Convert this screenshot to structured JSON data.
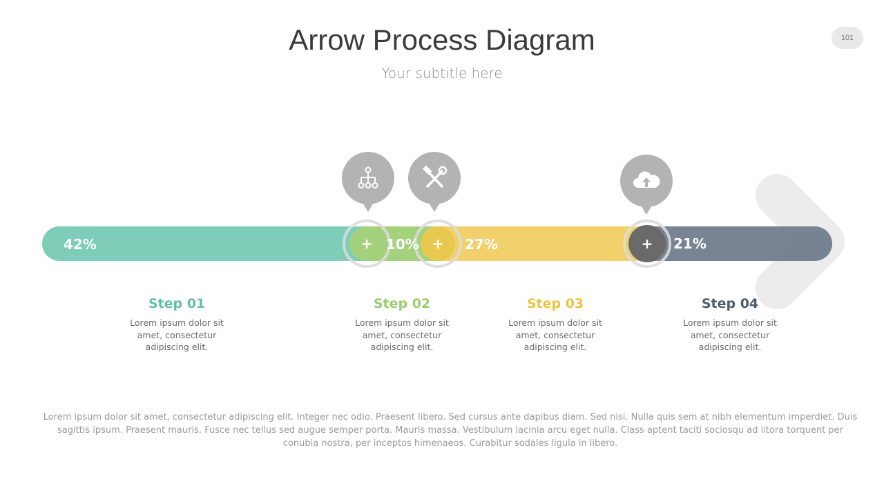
{
  "header": {
    "title": "Arrow Process Diagram",
    "subtitle": "Your subtitle here",
    "page_number": "101"
  },
  "colors": {
    "teal": "#7ecdb9",
    "green": "#a4d17c",
    "yellow": "#f2d06b",
    "slate": "#717d8d",
    "icon_gray": "#b3b3b3",
    "arrow_gray": "#ececec"
  },
  "segments": [
    {
      "percent": "42%",
      "value": 42,
      "color": "#7ecdb9"
    },
    {
      "percent": "10%",
      "value": 10,
      "color": "#a4d17c"
    },
    {
      "percent": "27%",
      "value": 27,
      "color": "#f2d06b"
    },
    {
      "percent": "21%",
      "value": 21,
      "color": "#717d8d"
    }
  ],
  "markers": [
    {
      "symbol": "+",
      "icon": "hierarchy-icon"
    },
    {
      "symbol": "+",
      "icon": "tools-icon"
    },
    {
      "symbol": "+",
      "icon": "cloud-upload-icon"
    }
  ],
  "steps": [
    {
      "title": "Step 01",
      "color": "#5fbfa5",
      "desc": "Lorem ipsum dolor sit amet, consectetur adipiscing elit."
    },
    {
      "title": "Step 02",
      "color": "#9ccc70",
      "desc": "Lorem ipsum dolor sit amet, consectetur adipiscing elit."
    },
    {
      "title": "Step 03",
      "color": "#efc33f",
      "desc": "Lorem ipsum dolor sit amet, consectetur adipiscing elit."
    },
    {
      "title": "Step 04",
      "color": "#4f5b6b",
      "desc": "Lorem ipsum dolor sit amet, consectetur adipiscing elit."
    }
  ],
  "footer": {
    "text": "Lorem ipsum dolor sit amet, consectetur adipiscing elit. Integer nec odio. Praesent libero. Sed cursus ante dapibus diam. Sed nisi. Nulla quis sem at nibh elementum imperdiet. Duis sagittis ipsum. Praesent mauris. Fusce nec tellus sed augue semper porta. Mauris massa. Vestibulum lacinia arcu eget nulla. Class aptent taciti sociosqu ad litora torquent per conubia nostra, per inceptos himenaeos. Curabitur sodales ligula in libero."
  }
}
